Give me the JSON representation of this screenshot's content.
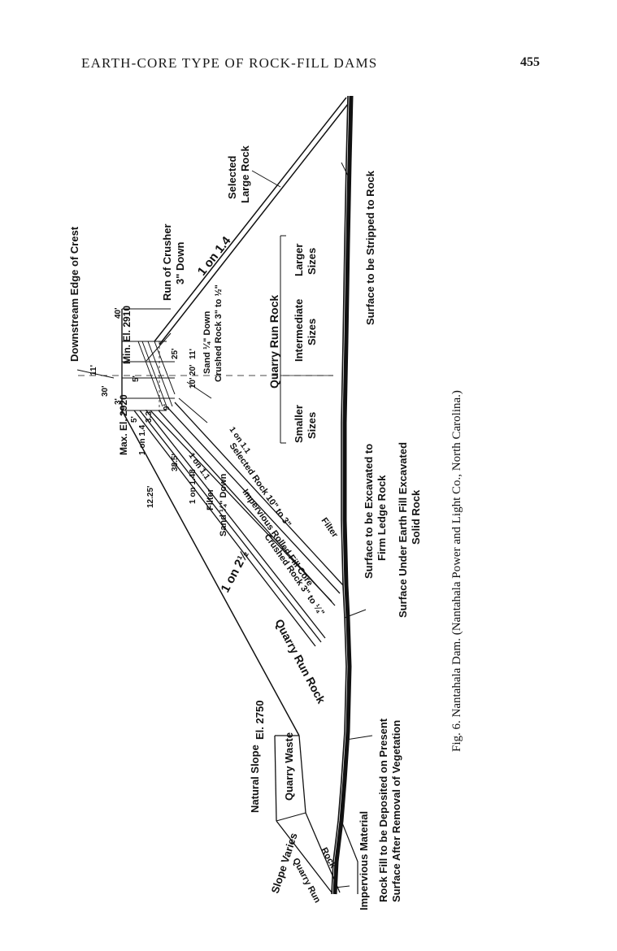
{
  "header": {
    "running_title": "EARTH-CORE TYPE OF ROCK-FILL DAMS",
    "page_number": "455"
  },
  "figure": {
    "caption": "Fig. 6.  Nantahala Dam.  (Nantahala Power and Light Co., North Carolina.)",
    "labels": {
      "downstream_edge": "Downstream Edge of Crest",
      "min_el": "Min. El. 2910",
      "max_el": "Max. El. 2920",
      "run_of_crusher": "Run of Crusher",
      "run_of_crusher_2": "3\" Down",
      "selected_large_rock": "Selected",
      "selected_large_rock_2": "Large Rock",
      "slope_1_on_1_4": "1 on 1.4",
      "slope_1_on_2_5": "1 on 2½",
      "sand_down": "Sand ¼\" Down",
      "crushed_rock_3_to_half": "Crushed Rock 3\" to ½\"",
      "quarry_run_rock_header": "Quarry Run Rock",
      "smaller_sizes": "Smaller",
      "smaller_sizes_2": "Sizes",
      "intermediate_sizes": "Intermediate",
      "intermediate_sizes_2": "Sizes",
      "larger_sizes": "Larger",
      "larger_sizes_2": "Sizes",
      "surface_stripped": "Surface to be Stripped to Rock",
      "surface_excavated": "Surface to be Excavated to",
      "surface_excavated_2": "Firm Ledge Rock",
      "surface_under_fill": "Surface Under Earth Fill Excavated",
      "surface_under_fill_2": "Solid Rock",
      "filter_upper": "Filter",
      "selected_rock": "Selected Rock 10\" to 3\"",
      "impervious_core": "Impervious Rolled Fill Core",
      "crushed_rock_3_to_quarter": "Crushed Rock 3\" to ¼\"",
      "filter_lower": "Filter",
      "sand_down_2": "Sand ¼\" Down",
      "quarry_run_rock": "Quarry Run Rock",
      "natural_slope": "Natural Slope",
      "el_2750": "El. 2750",
      "quarry_waste": "Quarry Waste",
      "slope_varies": "Slope Varies",
      "quarry_run": "Quarry Run",
      "rock": "Rock",
      "impervious_material": "Impervious Material",
      "rock_fill_deposited": "Rock Fill to be Deposited on Present",
      "rock_fill_deposited_2": "Surface After Removal of Vegetation",
      "dim_11": "11'",
      "dim_30": "30'",
      "dim_40": "40'",
      "dim_3": "3'",
      "dim_5a": "5'",
      "dim_5b": "5'",
      "dim_25": "25'",
      "dim_9": "9'",
      "dim_10": "10'",
      "dim_20": "20'",
      "dim_11b": "11'",
      "dim_3_3": "3.3'",
      "dim_38_5": "38.5'",
      "dim_12_25": "12.25'",
      "slope_1_on_1_4_b": "1 on 1.4",
      "slope_1_on_1_48": "1 on 1.48",
      "slope_1_on_1_1": "1 on 1.1",
      "slope_1_on_1_1b": "1 on 1.1"
    }
  }
}
